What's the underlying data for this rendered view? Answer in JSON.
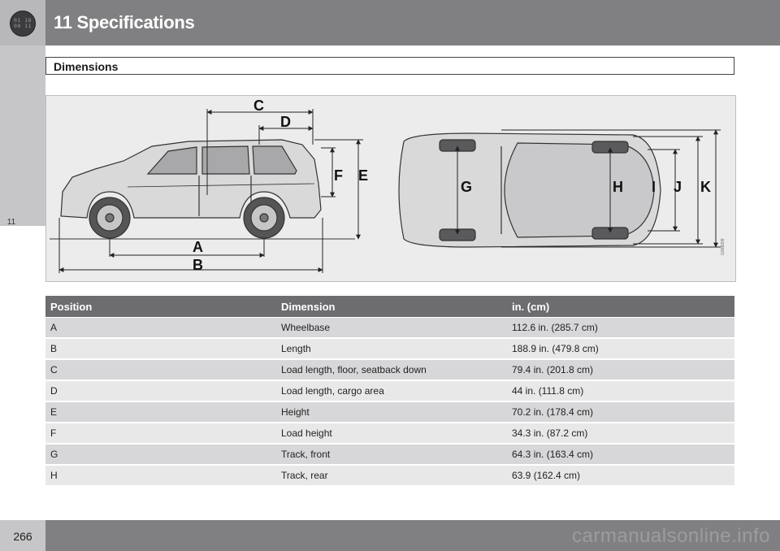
{
  "header": {
    "title": "11 Specifications",
    "icon_top": "01 18",
    "icon_bottom": "00 11"
  },
  "side_tab": {
    "label": "11"
  },
  "section": {
    "title": "Dimensions"
  },
  "figure": {
    "labels": {
      "A": "A",
      "B": "B",
      "C": "C",
      "D": "D",
      "E": "E",
      "F": "F",
      "G": "G",
      "H": "H",
      "I": "I",
      "J": "J",
      "K": "K"
    },
    "figure_id": "G008209"
  },
  "table": {
    "headers": [
      "Position",
      "Dimension",
      "in. (cm)"
    ],
    "rows": [
      [
        "A",
        "Wheelbase",
        "112.6 in. (285.7 cm)"
      ],
      [
        "B",
        "Length",
        "188.9 in. (479.8 cm)"
      ],
      [
        "C",
        "Load length, floor, seatback down",
        "79.4 in. (201.8 cm)"
      ],
      [
        "D",
        "Load length, cargo area",
        "44 in. (111.8 cm)"
      ],
      [
        "E",
        "Height",
        "70.2 in. (178.4 cm)"
      ],
      [
        "F",
        "Load height",
        "34.3 in. (87.2 cm)"
      ],
      [
        "G",
        "Track, front",
        "64.3 in. (163.4 cm)"
      ],
      [
        "H",
        "Track, rear",
        "63.9 (162.4 cm)"
      ]
    ]
  },
  "footer": {
    "page_number": "266",
    "watermark": "carmanualsonline.info"
  }
}
